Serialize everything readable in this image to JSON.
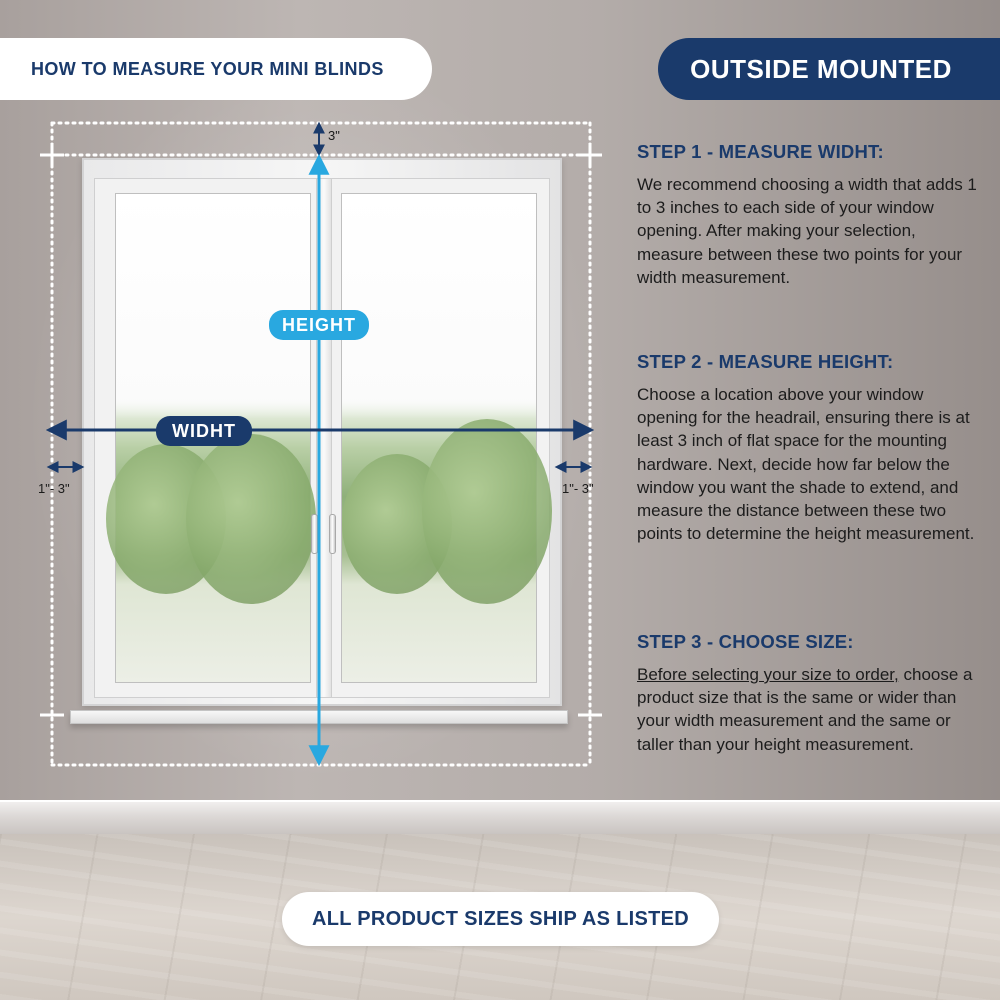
{
  "header": {
    "guide_title": "HOW TO MEASURE YOUR MINI BLINDS",
    "mount_type": "OUTSIDE MOUNTED"
  },
  "diagram": {
    "top_clearance": "3\"",
    "height_label": "HEIGHT",
    "width_label": "WIDHT",
    "left_side_label": "1\"- 3\"",
    "right_side_label": "1\"- 3\"",
    "colors": {
      "height_accent": "#29a8e0",
      "width_accent": "#1a3a6b",
      "dotted_guides": "#ffffff"
    }
  },
  "steps": [
    {
      "title": "STEP 1 - MEASURE WIDHT:",
      "body": "We recommend choosing a width that adds 1 to 3 inches to each side of your window opening. After making your selection, measure between these two points for your width measurement."
    },
    {
      "title": "STEP 2 - MEASURE HEIGHT:",
      "body": "Choose a location above your window opening for the headrail, ensuring there is at least 3 inch of flat space for the mounting hardware. Next, decide how far below the window you want the shade to extend, and measure the distance between these two points to determine the height measurement."
    },
    {
      "title": "STEP 3 - CHOOSE SIZE:",
      "emphasis": "Before selecting your size to order,",
      "body": "choose a product size that is the same or wider than your width measurement and the same or taller than your height measurement."
    }
  ],
  "footer": {
    "note": "ALL PRODUCT SIZES SHIP AS LISTED"
  },
  "colors": {
    "brand_navy": "#1a3a6b",
    "accent_blue": "#29a8e0"
  }
}
